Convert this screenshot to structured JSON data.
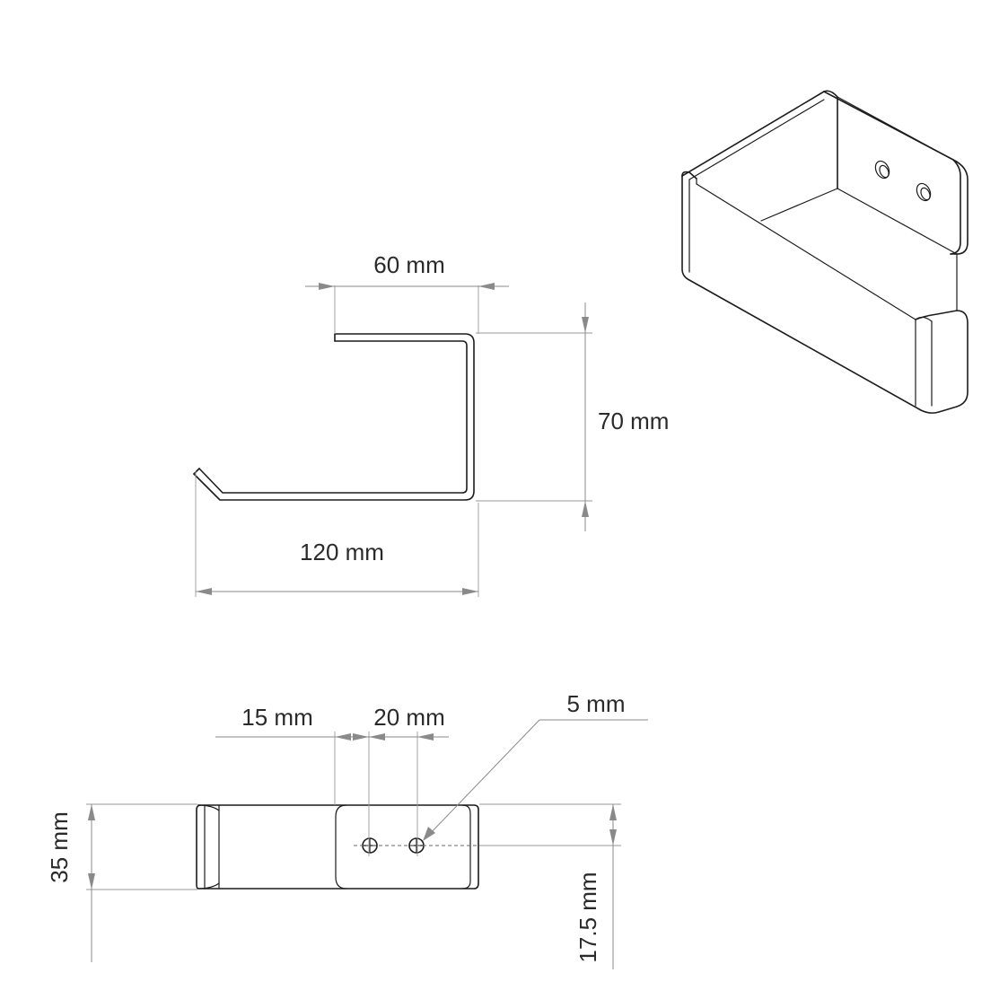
{
  "dimensions": {
    "top_width": "60 mm",
    "height": "70 mm",
    "total_length": "120 mm",
    "hole_offset": "15 mm",
    "hole_spacing": "20 mm",
    "hole_diameter": "5 mm",
    "plate_width": "35 mm",
    "hole_center_height": "17.5 mm"
  }
}
